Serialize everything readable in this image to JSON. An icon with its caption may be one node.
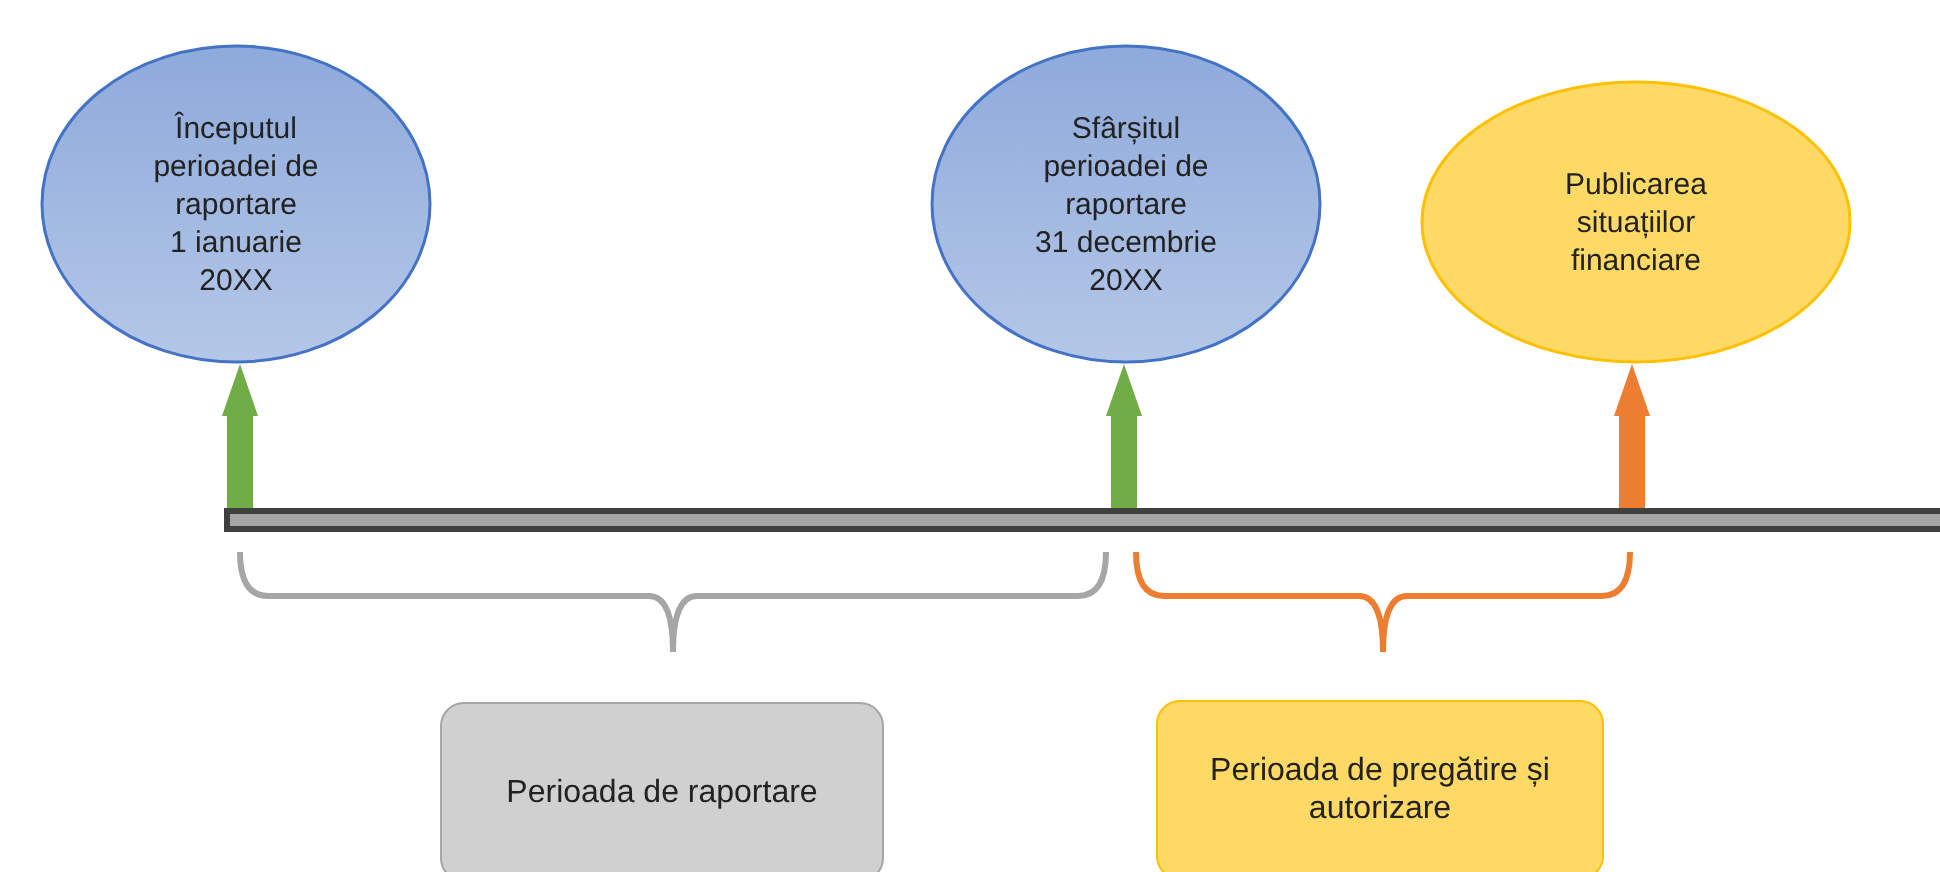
{
  "diagram": {
    "nodes": [
      {
        "text": [
          "Începutul perioadei de raportare",
          "1 ianuarie 20XX"
        ]
      },
      {
        "text": [
          "Sfârșitul perioadei de raportare",
          "31 decembrie 20XX"
        ]
      },
      {
        "text": [
          "Publicarea situațiilor financiare"
        ]
      },
      {
        "text": [],
        "shape": "bar"
      },
      {
        "text": [
          "Perioada de raportare"
        ]
      },
      {
        "text": [
          "Perioada de pregătire și autorizare"
        ]
      }
    ],
    "edges": [
      {
        "from": 3,
        "to": 0,
        "arrow": "to"
      },
      {
        "from": 3,
        "to": 1,
        "arrow": "to"
      },
      {
        "from": 3,
        "to": 2,
        "arrow": "to",
        "color": "#ed7d31"
      }
    ]
  }
}
